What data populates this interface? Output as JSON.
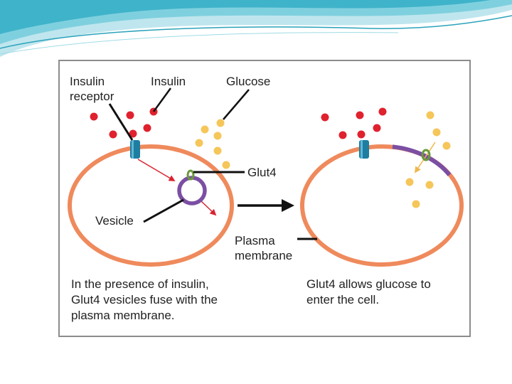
{
  "labels": {
    "insulin_receptor": "Insulin\nreceptor",
    "insulin": "Insulin",
    "glucose": "Glucose",
    "glut4": "Glut4",
    "vesicle": "Vesicle",
    "plasma_membrane": "Plasma\nmembrane"
  },
  "captions": {
    "left": "In the presence of insulin,\nGlut4 vesicles fuse with the\nplasma membrane.",
    "right": "Glut4 allows glucose to\nenter the cell."
  },
  "colors": {
    "header_teal": "#3fb3c9",
    "header_light": "#bfe6ee",
    "frame": "#8c8c8c",
    "cell_membrane": "#ef8a5c",
    "insulin": "#e0212e",
    "glucose": "#f5c65a",
    "receptor": "#1e7ea1",
    "vesicle": "#7b4fa3",
    "glut4": "#6a9a3a",
    "arrow_red": "#d9232f",
    "arrow_black": "#111111"
  }
}
